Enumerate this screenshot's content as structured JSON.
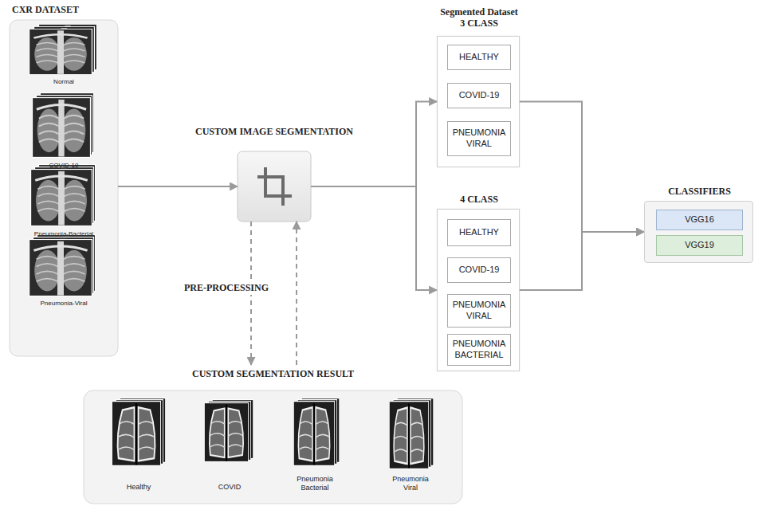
{
  "diagram": {
    "nodes": [
      {
        "text": [
          "CXR DATASET"
        ]
      },
      {
        "text": [
          "CUSTOM IMAGE SEGMENTATION"
        ]
      },
      {
        "text": [
          "CUSTOM SEGMENTATION RESULT"
        ]
      },
      {
        "text": [
          "Segmented Dataset 3 CLASS"
        ]
      },
      {
        "text": [
          "HEALTHY"
        ],
        "in": 3
      },
      {
        "text": [
          "COVID-19"
        ],
        "in": 3
      },
      {
        "text": [
          "PNEUMONIA VIRAL"
        ],
        "in": 3
      },
      {
        "text": [
          "4 CLASS"
        ]
      },
      {
        "text": [
          "HEALTHY"
        ],
        "in": 7
      },
      {
        "text": [
          "COVID-19"
        ],
        "in": 7
      },
      {
        "text": [
          "PNEUMONIA VIRAL"
        ],
        "in": 7
      },
      {
        "text": [
          "PNEUMONIA BACTERIAL"
        ],
        "in": 7
      },
      {
        "text": [
          "CLASSIFIERS"
        ]
      },
      {
        "text": [
          "VGG16"
        ],
        "in": 12
      },
      {
        "text": [
          "VGG19"
        ],
        "in": 12
      }
    ],
    "edges": [
      {
        "from": 0,
        "to": 1,
        "arrow": "to"
      },
      {
        "from": 1,
        "to": 2,
        "arrow": "to"
      },
      {
        "from": 2,
        "to": 1,
        "arrow": "to"
      },
      {
        "from": 1,
        "to": 3,
        "arrow": "to"
      },
      {
        "from": 1,
        "to": 7,
        "arrow": "to"
      },
      {
        "from": 3,
        "to": 12,
        "arrow": "to"
      },
      {
        "from": 7,
        "to": 12,
        "arrow": "to"
      }
    ],
    "labels": [
      "Normal",
      "COVID-19",
      "Pneumonia-Bacterial",
      "Pneumonia-Viral",
      "PRE-PROCESSING",
      "Healthy",
      "COVID",
      "Pneumonia Bacterial",
      "Pneumonia Viral"
    ]
  }
}
